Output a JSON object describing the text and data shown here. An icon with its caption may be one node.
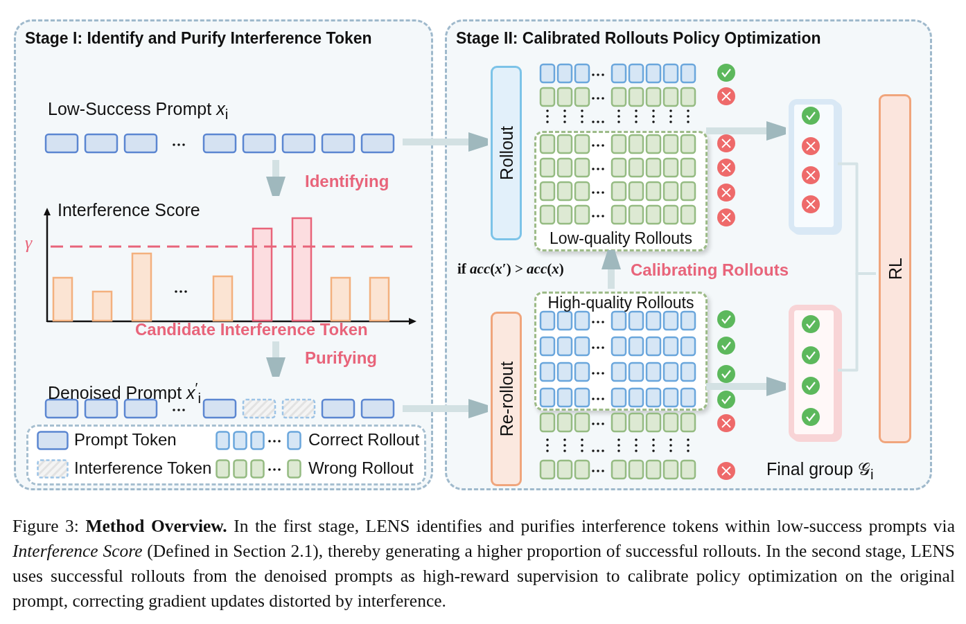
{
  "diagram": {
    "caption": "Figure 3: **Method Overview.** In the first stage, LENS identifies and purifies interference tokens within low-success prompts via *Interference Score* (Defined in Section 2.1), thereby generating a higher proportion of successful rollouts. In the second stage, LENS uses successful rollouts from the denoised prompts as high-reward supervision to calibrate policy optimization on the original prompt, correcting gradient updates distorted by interference.",
    "nodes": [
      {
        "text": [
          "Stage I: Identify and Purify Interference Token"
        ]
      },
      {
        "text": [
          "Low-Success Prompt *x*$_{i}$"
        ],
        "in": 0
      },
      {
        "text": [
          "Interference Score"
        ],
        "in": 0
      },
      {
        "text": [
          "Denoised Prompt *x*$^{′}$$_{i}$"
        ],
        "in": 0
      },
      {
        "text": [
          "Stage II: Calibrated Rollouts Policy Optimization"
        ]
      },
      {
        "text": [
          "Rollout"
        ],
        "in": 4
      },
      {
        "text": [
          "Low-quality Rollouts"
        ],
        "in": 4
      },
      {
        "text": [
          "Re-rollout"
        ],
        "in": 4
      },
      {
        "text": [
          "High-quality Rollouts"
        ],
        "in": 4
      },
      {
        "text": [],
        "shape": "box",
        "in": 4
      },
      {
        "text": [],
        "shape": "box",
        "in": 4,
        "beside": [
          "Final group 𝒢$_{i}$"
        ]
      },
      {
        "text": [
          "RL"
        ],
        "in": 4
      }
    ],
    "edges": [
      {
        "from": 1,
        "to": 2,
        "arrow": "to",
        "label": "Identifying"
      },
      {
        "from": 2,
        "to": 3,
        "arrow": "to",
        "label": "Purifying"
      },
      {
        "from": 1,
        "to": 5,
        "arrow": "to"
      },
      {
        "from": 3,
        "to": 7,
        "arrow": "to"
      },
      {
        "from": 6,
        "to": 9,
        "arrow": "to"
      },
      {
        "from": 8,
        "to": 10,
        "arrow": "to"
      },
      {
        "from": 8,
        "to": 6,
        "arrow": "to",
        "label": "Calibrating Rollouts"
      },
      {
        "from": 9,
        "to": 11,
        "arrow": "none"
      },
      {
        "from": 10,
        "to": 11,
        "arrow": "none"
      }
    ],
    "labels": [
      "γ",
      "Candidate Interference Token",
      "if *acc*(*x*′) > *acc*(*x*)"
    ],
    "legend": [
      {
        "text": "Prompt Token"
      },
      {
        "text": "Correct Rollout"
      },
      {
        "text": "Interference Token"
      },
      {
        "text": "Wrong Rollout"
      }
    ]
  }
}
